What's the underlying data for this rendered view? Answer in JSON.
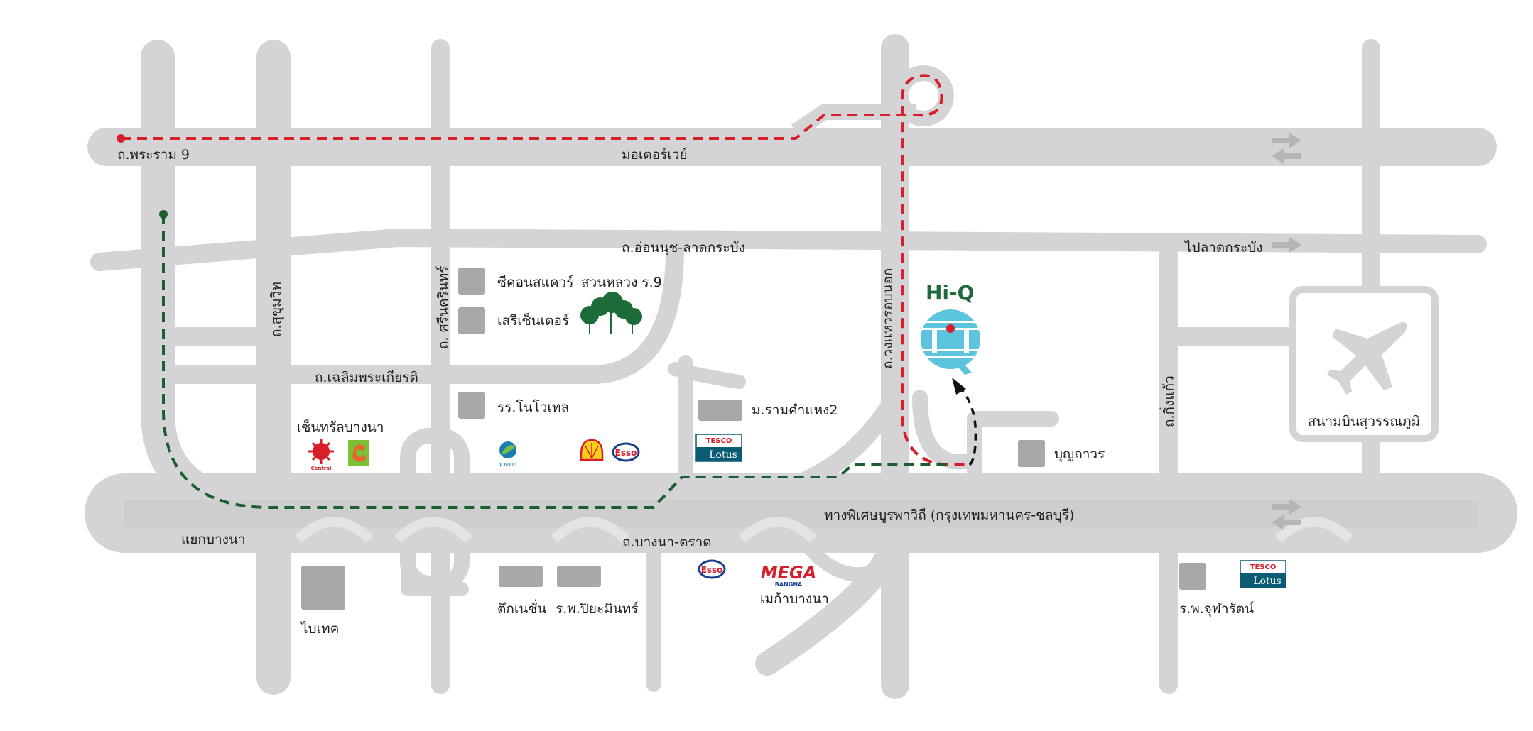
{
  "map": {
    "roads": {
      "rama9": "ถ.พระราม 9",
      "motorway": "มอเตอร์เวย์",
      "onnut": "ถ.อ่อนนุช-ลาดกระบัง",
      "to_ladkrabang": "ไปลาดกระบัง",
      "sukhumvit": "ถ.สุขุมวิท",
      "srinakarin": "ถ. ศรีนครินทร์",
      "chaloem": "ถ.เฉลิมพระเกียรติ",
      "wongwaen": "ถ.วงแหวรอบนอก",
      "kingkaew": "ถ.กิ่งแก้ว",
      "expressway": "ทางพิเศษบูรพาวิถี (กรุงเทพมหานคร-ชลบุรี)",
      "bangna_trat": "ถ.บางนา-ตราด",
      "bangna_junction": "แยกบางนา"
    },
    "places": {
      "seacon": "ซีคอนสแควร์",
      "serithai": "เสรีเซ็นเตอร์",
      "suanluang": "สวนหลวง ร.9",
      "novotel": "รร.โนโวเทล",
      "central": "เซ็นทรัลบางนา",
      "ramkhamhaeng": "ม.รามคำแหง2",
      "boonthavorn": "บุญถาวร",
      "airport": "สนามบินสุวรรณภูมิ",
      "bitec": "ไบเทค",
      "tuknation": "ตึกเนชั่น",
      "piyamin": "ร.พ.ปิยะมินทร์",
      "megabangna": "เมก้าบางนา",
      "chularat": "ร.พ.จุฬารัตน์"
    },
    "destination": "Hi-Q",
    "logos": {
      "central": "Central",
      "central_small": "Central",
      "esso": "Esso",
      "tesco": "TESCO",
      "lotus": "Lotus",
      "mega": "MEGA",
      "mega_sub": "BANGNA",
      "bangchak": "บางจาก"
    },
    "colors": {
      "road": "#d4d4d6",
      "route_red": "#d71f2b",
      "route_green": "#1d5e2f",
      "building": "#a8a8aa",
      "hiq_green": "#1e6b3a",
      "hiq_blue": "#5cc4dc"
    }
  }
}
